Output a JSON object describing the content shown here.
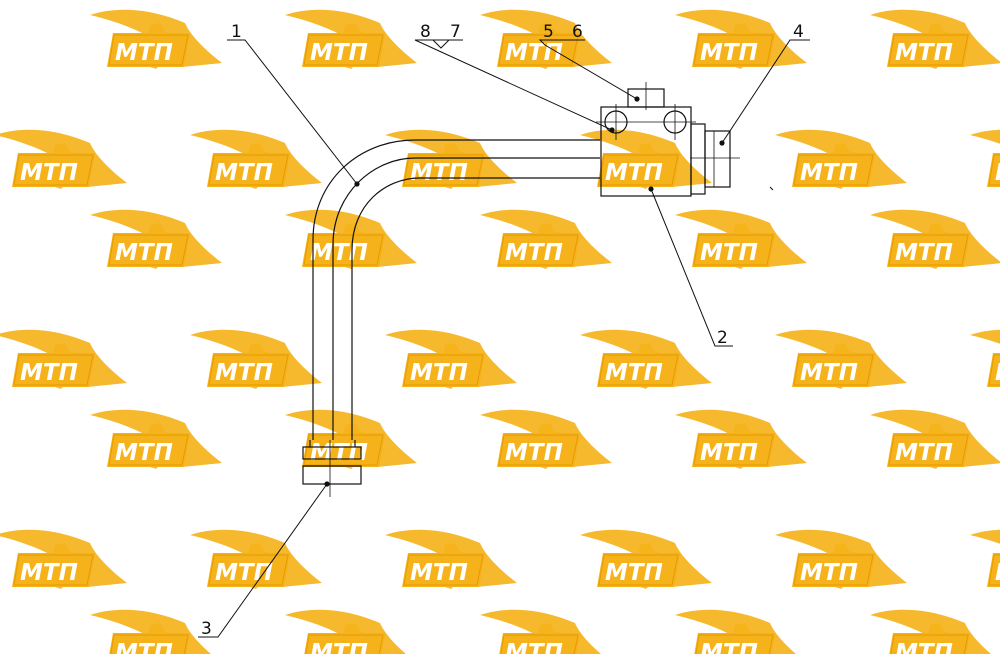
{
  "watermark": {
    "text": "МТП",
    "color": "#f5b21a",
    "text_color": "#ffffff"
  },
  "callouts": {
    "c1": "1",
    "c2": "2",
    "c3": "3",
    "c4": "4",
    "c5": "5",
    "c6": "6",
    "c7": "7",
    "c8": "8"
  }
}
